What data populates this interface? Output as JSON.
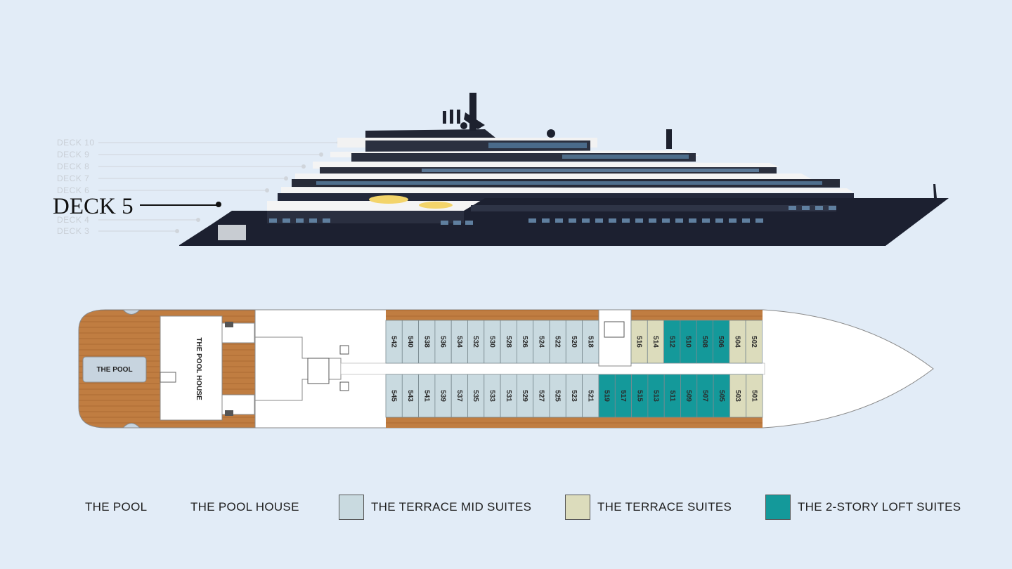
{
  "decks": {
    "side_labels": [
      "DECK 10",
      "DECK 9",
      "DECK 8",
      "DECK 7",
      "DECK 6",
      "DECK 4",
      "DECK 3"
    ],
    "current": "DECK 5"
  },
  "plan": {
    "pool_label": "THE POOL",
    "pool_house_label": "THE POOL HOUSE",
    "top_mid_cabins": [
      "542",
      "540",
      "538",
      "536",
      "534",
      "532",
      "530",
      "528",
      "526",
      "524",
      "522",
      "520",
      "518"
    ],
    "top_fwd_cabins": [
      {
        "num": "516",
        "type": "terrace"
      },
      {
        "num": "514",
        "type": "terrace"
      },
      {
        "num": "512",
        "type": "loft"
      },
      {
        "num": "510",
        "type": "loft"
      },
      {
        "num": "508",
        "type": "loft"
      },
      {
        "num": "506",
        "type": "loft"
      },
      {
        "num": "504",
        "type": "terrace"
      },
      {
        "num": "502",
        "type": "terrace"
      }
    ],
    "bottom_mid_cabins": [
      "545",
      "543",
      "541",
      "539",
      "537",
      "535",
      "533",
      "531",
      "529",
      "527",
      "525",
      "523",
      "521"
    ],
    "bottom_fwd_cabins": [
      {
        "num": "519",
        "type": "loft"
      },
      {
        "num": "517",
        "type": "loft"
      },
      {
        "num": "515",
        "type": "loft"
      },
      {
        "num": "513",
        "type": "loft"
      },
      {
        "num": "511",
        "type": "loft"
      },
      {
        "num": "509",
        "type": "loft"
      },
      {
        "num": "507",
        "type": "loft"
      },
      {
        "num": "505",
        "type": "loft"
      },
      {
        "num": "503",
        "type": "terrace"
      },
      {
        "num": "501",
        "type": "terrace"
      }
    ]
  },
  "legend": {
    "pool": "THE POOL",
    "pool_house": "THE POOL HOUSE",
    "terrace_mid": "THE TERRACE MID SUITES",
    "terrace": "THE TERRACE SUITES",
    "loft": "THE 2-STORY LOFT SUITES"
  },
  "colors": {
    "background": "#e2ecf7",
    "deck_wood": "#c07d41",
    "terrace_mid": "#c9dae0",
    "terrace": "#dcdcbc",
    "loft": "#14999a",
    "hull": "#1c2030"
  }
}
